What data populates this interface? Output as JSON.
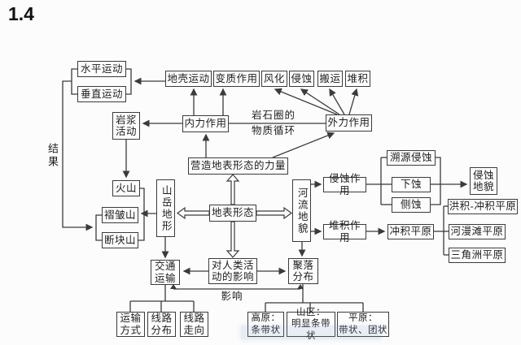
{
  "title": "1.4",
  "colors": {
    "background": "#fcfcfc",
    "box_border": "#3b3b3b",
    "line": "#3b3b3b",
    "text": "#1d1d1d",
    "watermark_tint": "#82a0cd"
  },
  "nodes": {
    "horizontal_motion": "水平运动",
    "vertical_motion": "垂直运动",
    "crustal_motion": "地壳运动",
    "metamorphism": "变质作用",
    "weathering": "风化",
    "erosion": "侵蚀",
    "transporting": "搬运",
    "deposition": "堆积",
    "magma_activity": "岩浆\n活动",
    "internal_force": "内力作用",
    "external_force": "外力作用",
    "shaping_force": "营造地表形态的力量",
    "volcano": "火山",
    "fold_mountain": "褶皱山",
    "fault_block_mountain": "断块山",
    "mountain_landform": "山岳地形",
    "surface_morphology": "地表形态",
    "river_landform": "河流地貌",
    "erosion_process": "侵蚀作用",
    "headward_erosion": "溯源侵蚀",
    "downward_erosion": "下蚀",
    "lateral_erosion": "侧蚀",
    "erosion_landform": "侵蚀\n地貌",
    "accumulation_process": "堆积作用",
    "alluvial_plain": "冲积平原",
    "proluvial_alluvial_plain": "洪积-冲积平原",
    "floodplain_plain": "河漫滩平原",
    "delta_plain": "三角洲平原",
    "traffic_transport": "交通\n运输",
    "human_activity_impact": "对人类活\n动的影响",
    "settlement_distribution": "聚落\n分布",
    "transport_mode": "运输\n方式",
    "route_distribution": "线路\n分布",
    "route_direction": "线路\n走向",
    "plateau_pattern": "高原：\n条带状",
    "mountain_pattern": "山区：\n明显条带状",
    "plain_pattern": "平原：\n带状、团状"
  },
  "annotations": {
    "result": "结果",
    "rock_cycle": "岩石圈的\n物质循环",
    "influence": "影响"
  }
}
